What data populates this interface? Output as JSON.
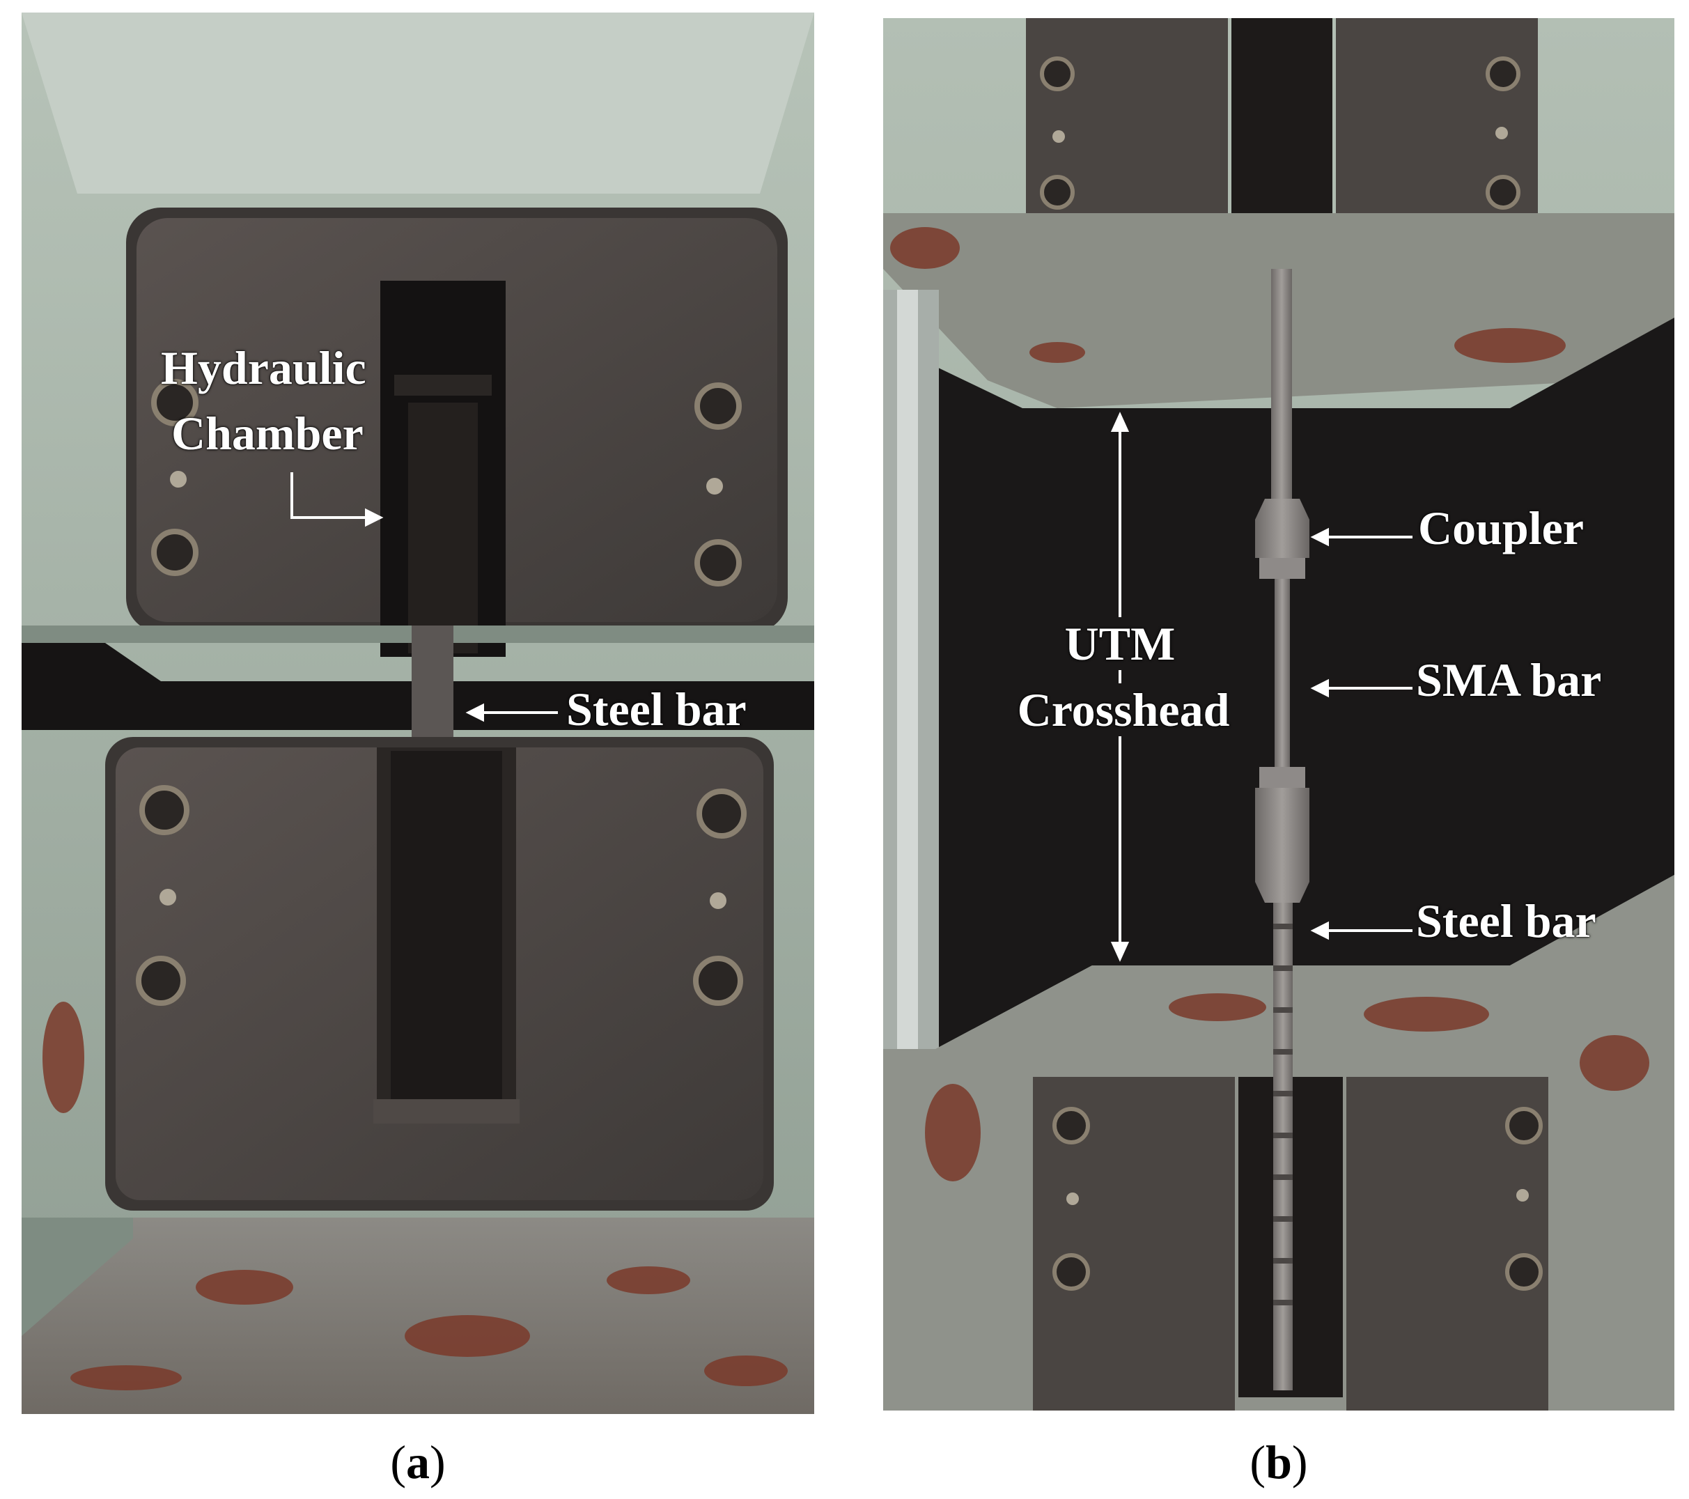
{
  "panel_a": {
    "label_hydraulic_line1": "Hydraulic",
    "label_hydraulic_line2": "Chamber",
    "label_steel_bar": "Steel bar",
    "caption_letter": "a"
  },
  "panel_b": {
    "label_coupler": "Coupler",
    "label_sma_bar": "SMA bar",
    "label_steel_bar": "Steel bar",
    "label_utm_line1": "UTM",
    "label_utm_line2": "Crosshead",
    "caption_letter": "b"
  },
  "colors": {
    "machine_green": "#9aa79c",
    "plate_dark": "#4a4542",
    "background_black": "#1a1818",
    "rust": "#7a3a2a",
    "label_white": "#ffffff"
  }
}
